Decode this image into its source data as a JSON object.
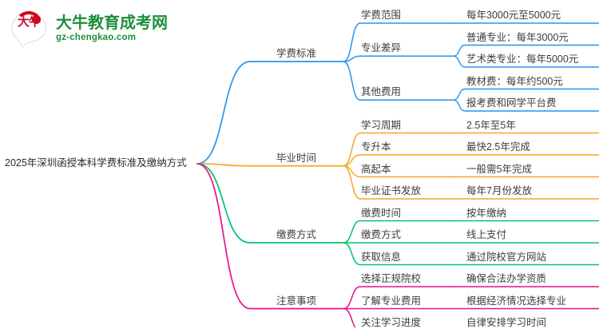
{
  "logo": {
    "mark_text": "大牛",
    "title": "大牛教育成考网",
    "url": "gz-chengkao.com",
    "brand_color": "#1f8f3e",
    "mark_color": "#d0021b"
  },
  "mindmap": {
    "root": {
      "label": "2025年深圳函授本科学费标准及缴纳方式"
    },
    "branches": [
      {
        "label": "学费标准",
        "color": "#2196f3",
        "children": [
          {
            "label": "学费范围",
            "leaves": [
              "每年3000元至5000元"
            ]
          },
          {
            "label": "专业差异",
            "leaves": [
              "普通专业：每年3000元",
              "艺术类专业：每年5000元"
            ]
          },
          {
            "label": "其他费用",
            "leaves": [
              "教材费：每年约500元",
              "报考费和网学平台费"
            ]
          }
        ]
      },
      {
        "label": "毕业时间",
        "color": "#f5a623",
        "children": [
          {
            "label": "学习周期",
            "leaves": [
              "2.5年至5年"
            ]
          },
          {
            "label": "专升本",
            "leaves": [
              "最快2.5年完成"
            ]
          },
          {
            "label": "高起本",
            "leaves": [
              "一般需5年完成"
            ]
          },
          {
            "label": "毕业证书发放",
            "leaves": [
              "每年7月份发放"
            ]
          }
        ]
      },
      {
        "label": "缴费方式",
        "color": "#00c46a",
        "children": [
          {
            "label": "缴费时间",
            "leaves": [
              "按年缴纳"
            ]
          },
          {
            "label": "缴费方式",
            "leaves": [
              "线上支付"
            ]
          },
          {
            "label": "获取信息",
            "leaves": [
              "通过院校官方网站"
            ]
          }
        ]
      },
      {
        "label": "注意事项",
        "color": "#ec0f8d",
        "children": [
          {
            "label": "选择正规院校",
            "leaves": [
              "确保合法办学资质"
            ]
          },
          {
            "label": "了解专业费用",
            "leaves": [
              "根据经济情况选择专业"
            ]
          },
          {
            "label": "关注学习进度",
            "leaves": [
              "自律安排学习时间"
            ]
          }
        ]
      }
    ]
  }
}
